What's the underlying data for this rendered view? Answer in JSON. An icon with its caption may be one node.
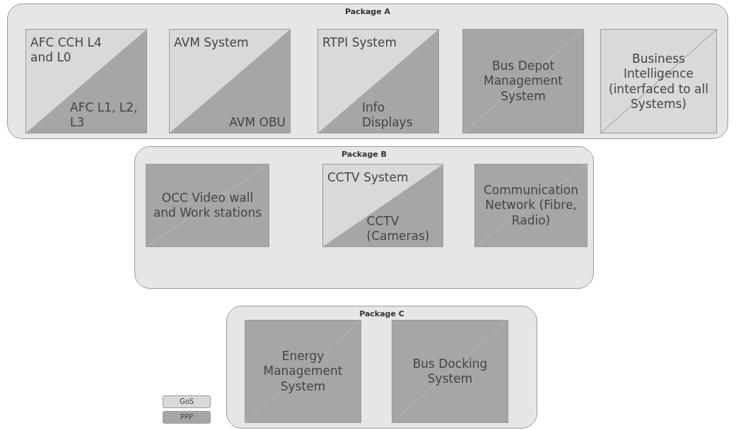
{
  "diagram": {
    "nodes": [
      {
        "text": [
          "Package A"
        ]
      },
      {
        "text": [
          "AFC CCH L4 and L0",
          "AFC L1, L2, L3"
        ],
        "in": 0
      },
      {
        "text": [
          "AVM System",
          "AVM OBU"
        ],
        "in": 0
      },
      {
        "text": [
          "RTPI System",
          "Info Displays"
        ],
        "in": 0
      },
      {
        "text": [
          "Bus Depot Management System"
        ],
        "in": 0
      },
      {
        "text": [
          "Business Intelligence (interfaced to all Systems)"
        ],
        "in": 0
      },
      {
        "text": [
          "Package B"
        ]
      },
      {
        "text": [
          "OCC Video wall and Work stations"
        ],
        "in": 6
      },
      {
        "text": [
          "CCTV System",
          "CCTV (Cameras)"
        ],
        "in": 6
      },
      {
        "text": [
          "Communication Network (Fibre, Radio)"
        ],
        "in": 6
      },
      {
        "text": [
          "Package C"
        ]
      },
      {
        "text": [
          "Energy Management System"
        ],
        "in": 10
      },
      {
        "text": [
          "Bus Docking System"
        ],
        "in": 10
      }
    ],
    "edges": [],
    "legend": [
      {
        "text": "GoS",
        "color": "#d9d9d9"
      },
      {
        "text": "PPP",
        "color": "#a6a6a6"
      }
    ]
  }
}
